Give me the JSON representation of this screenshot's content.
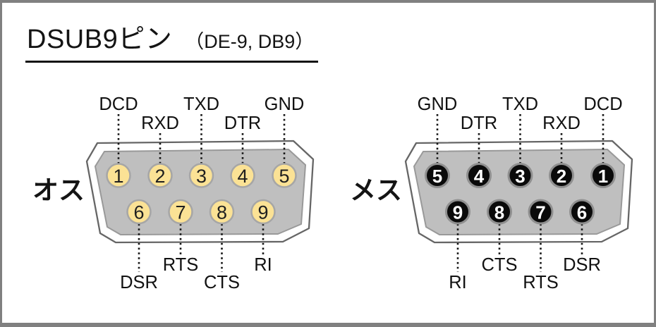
{
  "title": {
    "main": "DSUB9ピン",
    "sub": "（DE-9, DB9）"
  },
  "connectors": [
    {
      "name": "オス",
      "gender": "male",
      "pins": [
        {
          "number": "1",
          "signal": "DCD"
        },
        {
          "number": "2",
          "signal": "RXD"
        },
        {
          "number": "3",
          "signal": "TXD"
        },
        {
          "number": "4",
          "signal": "DTR"
        },
        {
          "number": "5",
          "signal": "GND"
        },
        {
          "number": "6",
          "signal": "DSR"
        },
        {
          "number": "7",
          "signal": "RTS"
        },
        {
          "number": "8",
          "signal": "CTS"
        },
        {
          "number": "9",
          "signal": "RI"
        }
      ]
    },
    {
      "name": "メス",
      "gender": "female",
      "pins": [
        {
          "number": "1",
          "signal": "DCD"
        },
        {
          "number": "2",
          "signal": "RXD"
        },
        {
          "number": "3",
          "signal": "TXD"
        },
        {
          "number": "4",
          "signal": "DTR"
        },
        {
          "number": "5",
          "signal": "GND"
        },
        {
          "number": "6",
          "signal": "DSR"
        },
        {
          "number": "7",
          "signal": "RTS"
        },
        {
          "number": "8",
          "signal": "CTS"
        },
        {
          "number": "9",
          "signal": "RI"
        }
      ]
    }
  ],
  "colors": {
    "frame_border": "#808080",
    "connector_body": "#BFBFBF",
    "connector_outline": "#666666",
    "male_pin_fill": "#FBE295",
    "male_pin_text": "#1F1F1F",
    "female_pin_fill": "#0A0A0A",
    "female_pin_text": "#FFFFFF"
  }
}
